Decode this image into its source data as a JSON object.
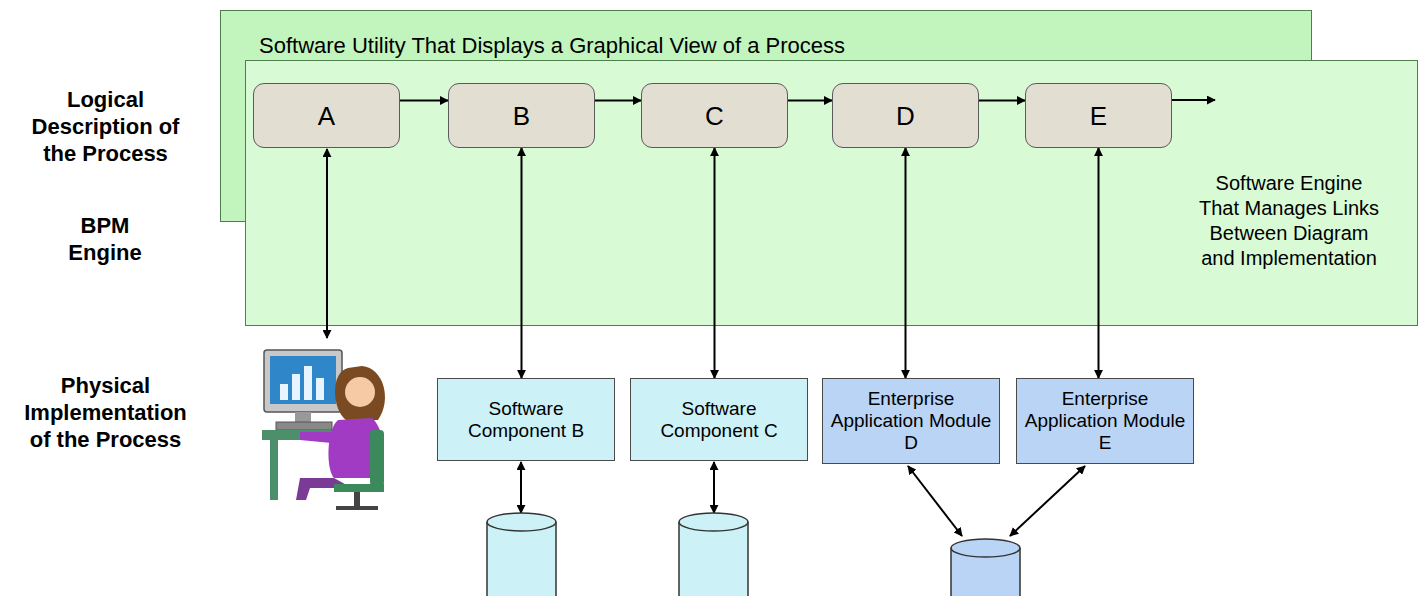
{
  "diagram": {
    "nodes": [
      {
        "text": [
          "Software Utility That Displays a Graphical View of a Process"
        ]
      },
      {
        "text": [
          "Software Engine That Manages Links Between Diagram and Implementation"
        ]
      },
      {
        "text": [
          "A"
        ],
        "in": 0
      },
      {
        "text": [
          "B"
        ],
        "in": 0
      },
      {
        "text": [
          "C"
        ],
        "in": 0
      },
      {
        "text": [
          "D"
        ],
        "in": 0
      },
      {
        "text": [
          "E"
        ],
        "in": 0
      },
      {
        "text": [
          "Software Component B"
        ]
      },
      {
        "text": [
          "Software Component C"
        ]
      },
      {
        "text": [
          "Enterprise Application Module D"
        ]
      },
      {
        "text": [
          "Enterprise Application Module E"
        ]
      }
    ],
    "edges": [
      {
        "from": 2,
        "to": 3,
        "arrow": "to"
      },
      {
        "from": 3,
        "to": 4,
        "arrow": "to"
      },
      {
        "from": 4,
        "to": 5,
        "arrow": "to"
      },
      {
        "from": 5,
        "to": 6,
        "arrow": "to"
      },
      {
        "from": 3,
        "to": 7,
        "arrow": "both"
      },
      {
        "from": 4,
        "to": 8,
        "arrow": "both"
      },
      {
        "from": 5,
        "to": 9,
        "arrow": "both"
      },
      {
        "from": 6,
        "to": 10,
        "arrow": "both"
      }
    ],
    "labels": [
      "Logical Description of the Process",
      "BPM Engine",
      "Physical Implementation of the Process"
    ]
  }
}
